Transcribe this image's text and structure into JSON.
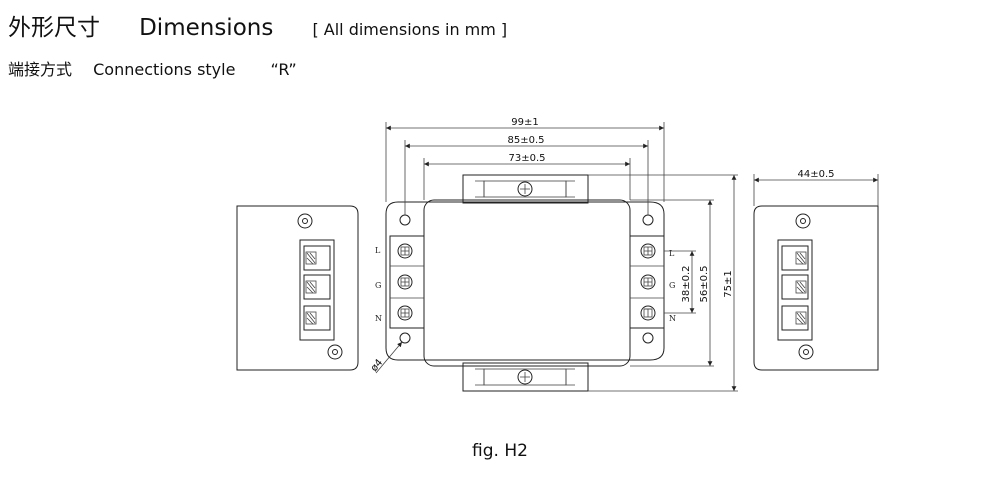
{
  "header": {
    "title_cn": "外形尺寸",
    "title_en": "Dimensions",
    "unit_note": "[ All dimensions in mm ]",
    "connections_cn": "端接方式",
    "connections_en": "Connections style",
    "connections_value": "“R”"
  },
  "drawing": {
    "dim_overall_width": "99±1",
    "dim_mount_pitch": "85±0.5",
    "dim_body_width": "73±0.5",
    "dim_depth": "44±0.5",
    "dim_terminal_pitch": "38±0.2",
    "dim_body_height": "56±0.5",
    "dim_overall_height": "75±1",
    "dim_hole": "ø4",
    "terminal_labels": [
      "L",
      "G",
      "N"
    ]
  },
  "caption": "fig. H2"
}
